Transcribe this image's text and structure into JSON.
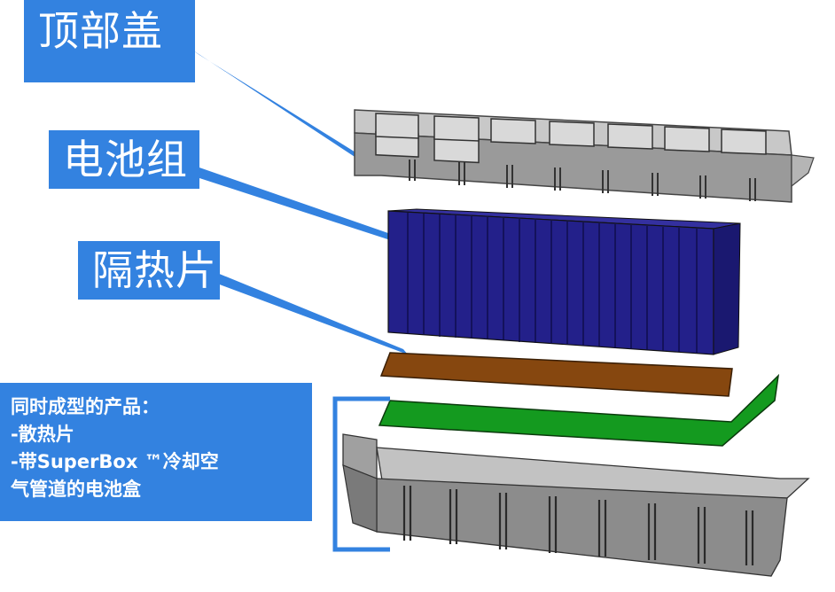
{
  "labels": {
    "top_cover": "顶部盖",
    "battery_pack": "电池组",
    "insulation_sheet": "隔热片",
    "note_lines": [
      "同时成型的产品：",
      "-散热片",
      "-带SuperBox ™冷却空",
      "气管道的电池盒"
    ]
  },
  "colors": {
    "label_bg": "#3382e0",
    "label_text": "#ffffff",
    "callout_line": "#3382e0",
    "cells": "#23208a",
    "insulation": "#86470f",
    "heatsink": "#149a1f",
    "housing": "#8c8c8c"
  }
}
